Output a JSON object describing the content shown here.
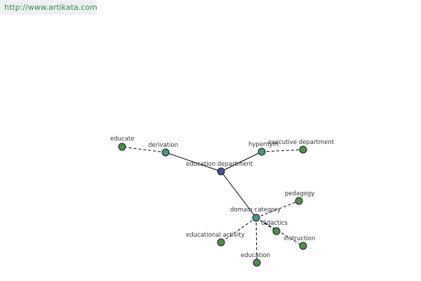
{
  "watermark": {
    "text": "http://www.artikata.com"
  },
  "colors": {
    "center": "#4a4f9a",
    "relation": "#4f8f8c",
    "leaf": "#4f8f4a"
  },
  "graph": {
    "nodes": [
      {
        "id": "center",
        "label": "education department",
        "kind": "center"
      },
      {
        "id": "derivation",
        "label": "derivation",
        "kind": "relation"
      },
      {
        "id": "hypernym",
        "label": "hypernym",
        "kind": "relation"
      },
      {
        "id": "domain",
        "label": "domain category",
        "kind": "relation"
      },
      {
        "id": "educate",
        "label": "educate",
        "kind": "leaf"
      },
      {
        "id": "exec",
        "label": "executive department",
        "kind": "leaf"
      },
      {
        "id": "pedagogy",
        "label": "pedagogy",
        "kind": "leaf"
      },
      {
        "id": "didactics",
        "label": "didactics",
        "kind": "leaf"
      },
      {
        "id": "instruction",
        "label": "instruction",
        "kind": "leaf"
      },
      {
        "id": "edactivity",
        "label": "educational activity",
        "kind": "leaf"
      },
      {
        "id": "education",
        "label": "education",
        "kind": "leaf"
      }
    ],
    "edges": [
      {
        "from": "center",
        "to": "derivation",
        "style": "solid"
      },
      {
        "from": "center",
        "to": "hypernym",
        "style": "solid"
      },
      {
        "from": "center",
        "to": "domain",
        "style": "solid"
      },
      {
        "from": "derivation",
        "to": "educate",
        "style": "dashed"
      },
      {
        "from": "hypernym",
        "to": "exec",
        "style": "dashed"
      },
      {
        "from": "domain",
        "to": "pedagogy",
        "style": "dashed"
      },
      {
        "from": "domain",
        "to": "didactics",
        "style": "dashed"
      },
      {
        "from": "domain",
        "to": "instruction",
        "style": "dashed"
      },
      {
        "from": "domain",
        "to": "edactivity",
        "style": "dashed"
      },
      {
        "from": "domain",
        "to": "education",
        "style": "dashed"
      }
    ]
  }
}
